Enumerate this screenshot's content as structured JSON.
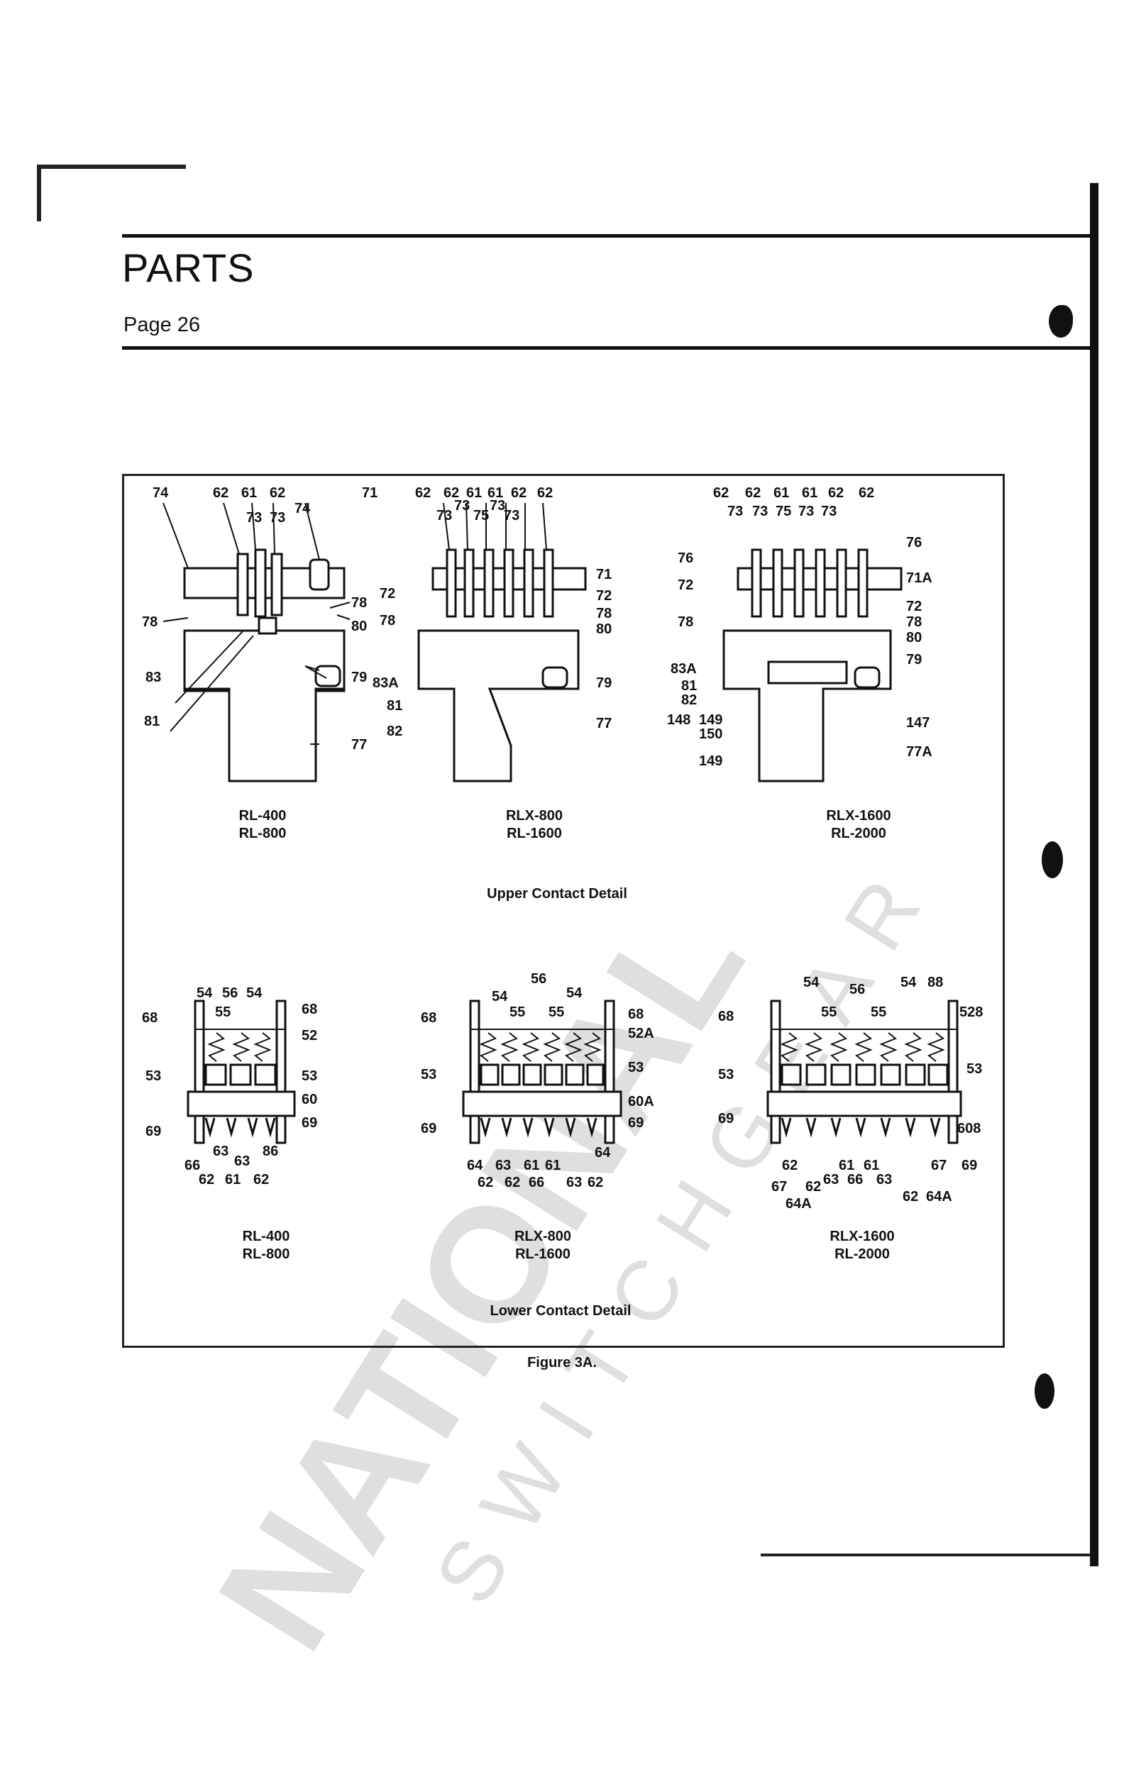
{
  "header": {
    "title": "PARTS",
    "page": "Page 26"
  },
  "upper": {
    "title": "Upper Contact Detail",
    "models": [
      {
        "line1": "RL-400",
        "line2": "RL-800"
      },
      {
        "line1": "RLX-800",
        "line2": "RL-1600"
      },
      {
        "line1": "RLX-1600",
        "line2": "RL-2000"
      }
    ]
  },
  "lower": {
    "title": "Lower Contact Detail",
    "models": [
      {
        "line1": "RL-400",
        "line2": "RL-800"
      },
      {
        "line1": "RLX-800",
        "line2": "RL-1600"
      },
      {
        "line1": "RLX-1600",
        "line2": "RL-2000"
      }
    ]
  },
  "figure_caption": "Figure 3A.",
  "watermark": {
    "brand": "NATIONAL",
    "sub": "SWITCHGEAR"
  },
  "callouts": {
    "u1": [
      "74",
      "62",
      "61",
      "62",
      "71",
      "73",
      "73",
      "74",
      "78",
      "78",
      "80",
      "83",
      "79",
      "81",
      "77"
    ],
    "u2": [
      "62",
      "62",
      "61",
      "61",
      "62",
      "62",
      "73",
      "73",
      "75",
      "73",
      "73",
      "71",
      "72",
      "72",
      "78",
      "78",
      "80",
      "83A",
      "79",
      "81",
      "82",
      "77"
    ],
    "u3": [
      "62",
      "62",
      "61",
      "61",
      "62",
      "62",
      "73",
      "73",
      "75",
      "73",
      "73",
      "76",
      "76",
      "72",
      "71A",
      "72",
      "78",
      "78",
      "80",
      "83A",
      "79",
      "81",
      "82",
      "148",
      "149",
      "150",
      "147",
      "149",
      "77A"
    ],
    "l1": [
      "54",
      "56",
      "54",
      "55",
      "68",
      "68",
      "52",
      "53",
      "53",
      "60",
      "69",
      "69",
      "66",
      "63",
      "63",
      "86",
      "62",
      "61",
      "62"
    ],
    "l2": [
      "56",
      "54",
      "54",
      "55",
      "55",
      "68",
      "68",
      "52A",
      "53",
      "53",
      "60A",
      "69",
      "69",
      "64",
      "63",
      "61",
      "61",
      "64",
      "62",
      "62",
      "66",
      "63",
      "62"
    ],
    "l3": [
      "54",
      "56",
      "54",
      "88",
      "55",
      "55",
      "528",
      "68",
      "53",
      "53",
      "69",
      "608",
      "62",
      "61",
      "61",
      "67",
      "69",
      "67",
      "62",
      "63",
      "66",
      "63",
      "62",
      "64A",
      "64A"
    ]
  }
}
